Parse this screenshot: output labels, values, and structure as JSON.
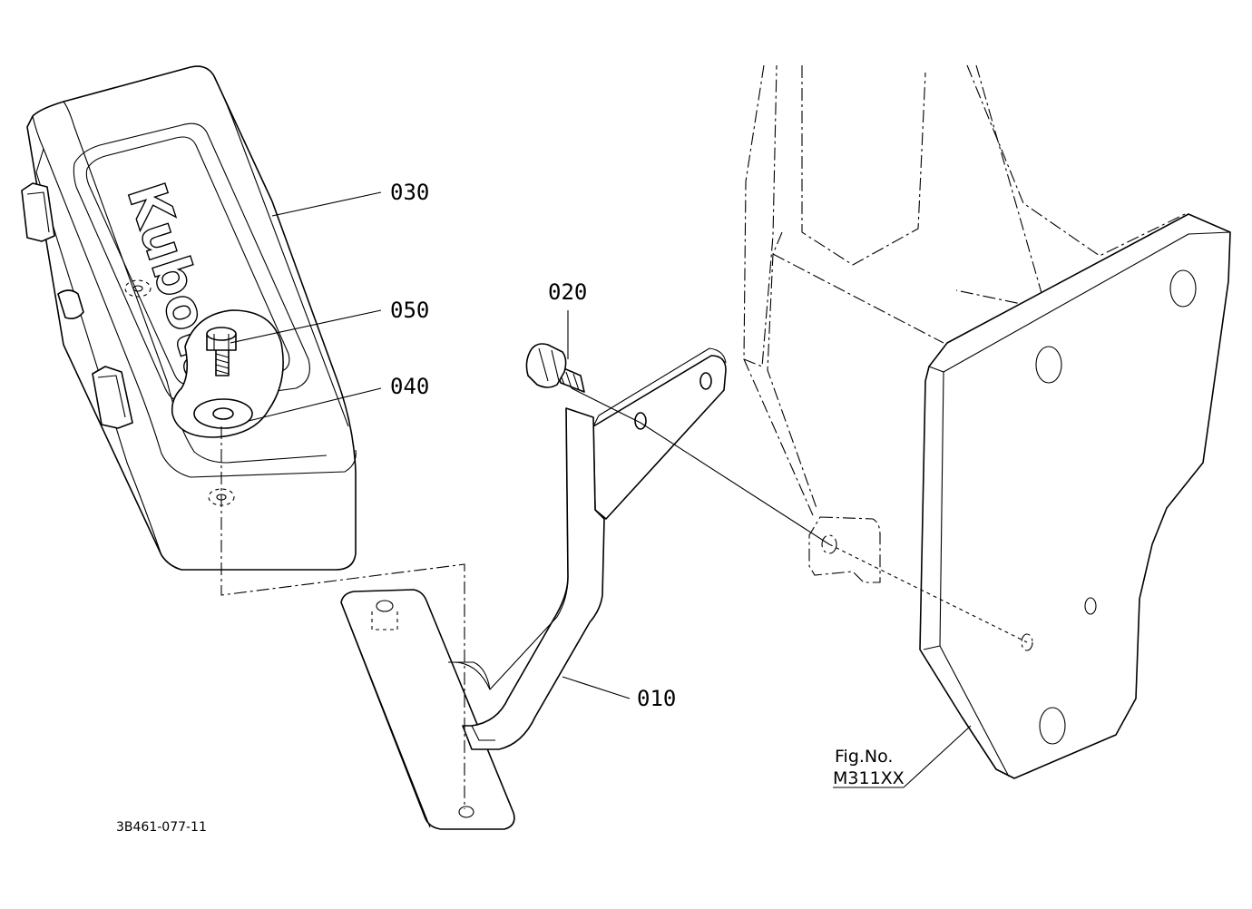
{
  "diagram": {
    "brand_text": "Kubota",
    "drawing_number": "3B461-077-11",
    "figure_reference": {
      "label": "Fig.No.",
      "value": "M311XX"
    },
    "callouts": [
      {
        "id": "callout-030",
        "text": "030",
        "part": "toolbox"
      },
      {
        "id": "callout-050",
        "text": "050",
        "part": "bolt"
      },
      {
        "id": "callout-040",
        "text": "040",
        "part": "washer"
      },
      {
        "id": "callout-020",
        "text": "020",
        "part": "bolt"
      },
      {
        "id": "callout-010",
        "text": "010",
        "part": "bracket"
      }
    ]
  }
}
